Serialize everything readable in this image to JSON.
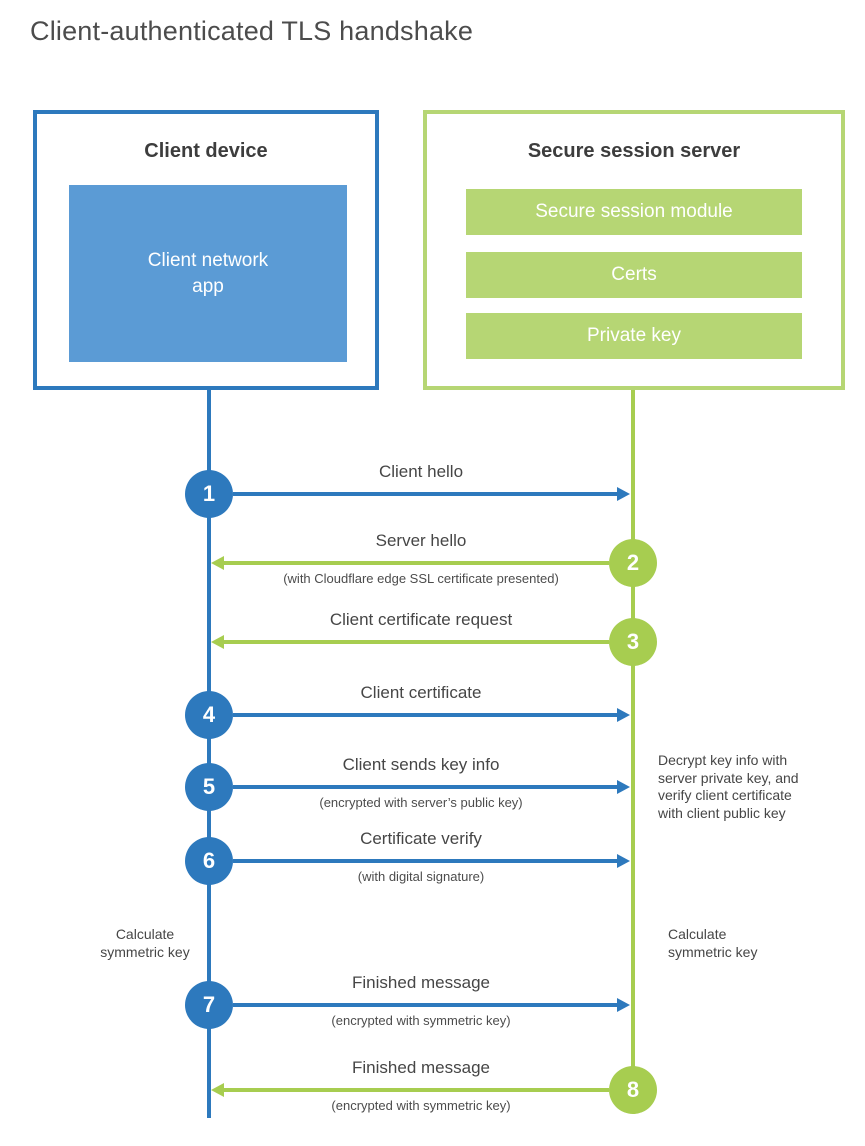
{
  "title": "Client-authenticated TLS handshake",
  "colors": {
    "blue": "#2d79bd",
    "blue-fill": "#5b9bd5",
    "green": "#a7cd50",
    "green-fill": "#b6d674"
  },
  "client": {
    "title": "Client device",
    "app_label": "Client network\napp"
  },
  "server": {
    "title": "Secure session server",
    "modules": [
      "Secure session module",
      "Certs",
      "Private key"
    ]
  },
  "steps": [
    {
      "num": "1",
      "from": "client",
      "to": "server",
      "direction": "right",
      "label": "Client hello",
      "sub": ""
    },
    {
      "num": "2",
      "from": "server",
      "to": "client",
      "direction": "left",
      "label": "Server hello",
      "sub": "(with Cloudflare edge SSL certificate presented)"
    },
    {
      "num": "3",
      "from": "server",
      "to": "client",
      "direction": "left",
      "label": "Client certificate request",
      "sub": ""
    },
    {
      "num": "4",
      "from": "client",
      "to": "server",
      "direction": "right",
      "label": "Client certificate",
      "sub": ""
    },
    {
      "num": "5",
      "from": "client",
      "to": "server",
      "direction": "right",
      "label": "Client sends key info",
      "sub": "(encrypted with server’s public key)"
    },
    {
      "num": "6",
      "from": "client",
      "to": "server",
      "direction": "right",
      "label": "Certificate verify",
      "sub": "(with digital signature)"
    },
    {
      "num": "7",
      "from": "client",
      "to": "server",
      "direction": "right",
      "label": "Finished message",
      "sub": "(encrypted with symmetric key)"
    },
    {
      "num": "8",
      "from": "server",
      "to": "client",
      "direction": "left",
      "label": "Finished message",
      "sub": "(encrypted with symmetric key)"
    }
  ],
  "notes": {
    "decrypt": "Decrypt key info with\nserver private key, and\nverify client certificate\nwith client public key",
    "calc_left": "Calculate\nsymmetric key",
    "calc_right": "Calculate\nsymmetric key"
  }
}
